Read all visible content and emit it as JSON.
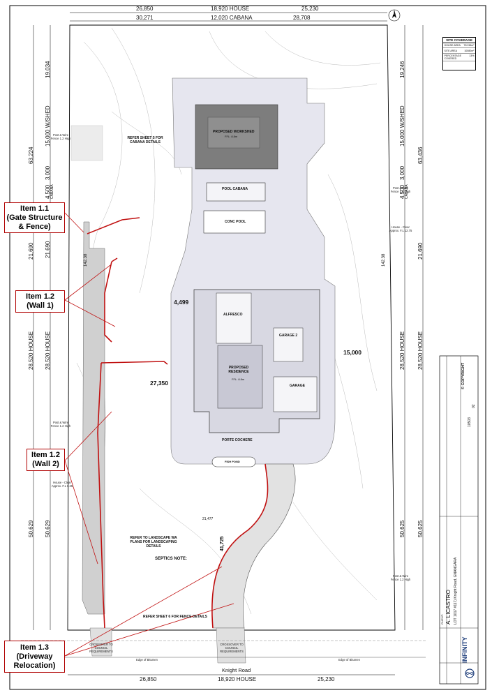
{
  "dimensions": {
    "top_row1": [
      "26,850",
      "18,920 HOUSE",
      "25,230"
    ],
    "top_row2": [
      "30,271",
      "12,020 CABANA",
      "28,708"
    ],
    "bottom_row": [
      "26,850",
      "18,920 HOUSE",
      "25,230"
    ],
    "left_outer": [
      "63,224",
      "21,690",
      "28,520 HOUSE",
      "50,629"
    ],
    "left_inner": [
      "19,034",
      "15,000 W/SHED",
      "3,000",
      "4,500",
      "CABANA",
      "21,690",
      "28,520 HOUSE",
      "50,629"
    ],
    "right_outer": [
      "63,436",
      "21,690",
      "28,520 HOUSE",
      "50,625"
    ],
    "right_inner": [
      "19,246",
      "15,000 W/SHED",
      "3,000",
      "4,500",
      "CABANA",
      "28,520 HOUSE",
      "50,625"
    ],
    "interior": [
      "4,499",
      "27,350",
      "15,000",
      "21,477",
      "142.38",
      "142.38",
      "41,725"
    ]
  },
  "callouts": [
    {
      "lines": [
        "Item 1.1",
        "(Gate Structure",
        "& Fence)"
      ]
    },
    {
      "lines": [
        "Item 1.2",
        "(Wall 1)"
      ]
    },
    {
      "lines": [
        "Item 1.2",
        "(Wall 2)"
      ]
    },
    {
      "lines": [
        "Item 1.3",
        "(Driveway",
        "Relocation)"
      ]
    }
  ],
  "labels": {
    "workshed": "PROPOSED WORKSHED",
    "workshed_ffl": "FFL: 8.8m",
    "cabana": "POOL CABANA",
    "pool": "CONC POOL",
    "alfresco": "ALFRESCO",
    "residence": "PROPOSED RESIDENCE",
    "residence_ffl": "FFL: 8.8m",
    "garage2": "GARAGE 2",
    "garage": "GARAGE",
    "porte": "PORTE COCHERE",
    "fish_pond": "FISH POND",
    "refer_cabana": "REFER SHEET 5 FOR CABANA DETAILS",
    "refer_landscape": "REFER TO LANDSCAPE WA PLANS FOR LANDSCAPING DETAILS",
    "refer_fence": "REFER SHEET 6 FOR FENCE DETAILS",
    "septics_title": "SEPTICS NOTE:",
    "road": "Knight Road",
    "edge_left": "Edge of Bitumen",
    "edge_right": "Edge of Bitumen",
    "crossover_left": "CROSSOVER TO COUNCIL REQUIREMENTS",
    "crossover_right": "CROSSOVER TO COUNCIL REQUIREMENTS",
    "house_left": "House - Clear Approx. F.L 6.25",
    "house_right": "House - Clear Approx. F.L 12.75",
    "post_left_top": "Post & Wire Fence 1.2 High",
    "post_right_top": "Post & Wire Fence 1.2 High",
    "post_left_bottom": "Post & Wire Fence 1.2 High",
    "post_right_bottom": "Post & Wire Fence 1.2 High"
  },
  "site_coverage": {
    "title": "SITE COVERAGE",
    "rows": [
      {
        "label": "HOUSE AREA",
        "value": "722.55m²"
      },
      {
        "label": "SITE AREA",
        "value": "10080m²"
      },
      {
        "label": "PERCENTAGE COVERED",
        "value": "13%"
      }
    ]
  },
  "title_block": {
    "client_label": "CLIENT:",
    "client": "A. LICASTRO",
    "address": "LOT 1017 #117) Knight Road, GNANGARA",
    "copyright": "© COPYRIGHT",
    "company": "INFINITY",
    "job": "10503",
    "sheet": "02"
  },
  "north": "N",
  "colors": {
    "callout_border": "#b00000",
    "leader": "#c01010",
    "wall": "#c01010",
    "building_fill": "#e9e9f0",
    "shed_fill": "#7a7a7a",
    "landscape_fill": "#c9c9c9"
  }
}
